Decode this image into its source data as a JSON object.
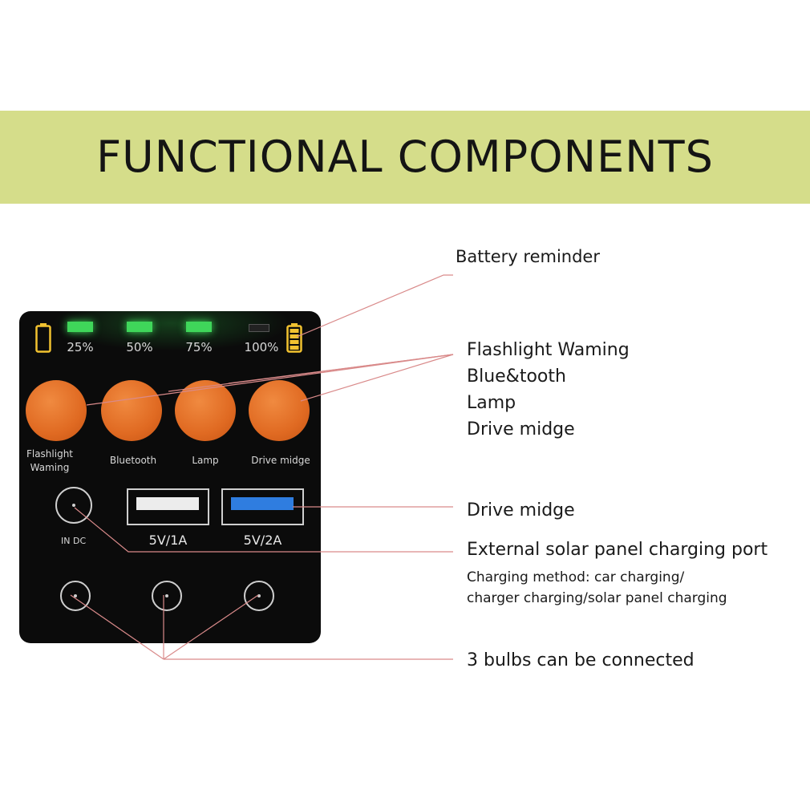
{
  "banner": {
    "title": "FUNCTIONAL COMPONENTS",
    "color": "#d5dd8a"
  },
  "panel": {
    "battery_levels": [
      "25%",
      "50%",
      "75%",
      "100%"
    ],
    "buttons": [
      "Flashlight Waming",
      "Bluetooth",
      "Lamp",
      "Drive midge"
    ],
    "dc_label": "IN DC",
    "usb": [
      "5V/1A",
      "5V/2A"
    ],
    "button_color": "#e06a22",
    "led_color": "#3fd65a",
    "icons": [
      "battery-empty-icon",
      "battery-full-icon"
    ]
  },
  "annotations": {
    "battery_reminder": "Battery reminder",
    "functions": [
      "Flashlight Waming",
      "Blue&tooth",
      "Lamp",
      "Drive midge"
    ],
    "usb": "Drive midge",
    "solar_port": "External solar panel charging port",
    "charging_method": [
      "Charging method: car charging/",
      "charger charging/solar panel charging"
    ],
    "bulbs": "3 bulbs can be connected"
  },
  "leader_color": "#d98a8a"
}
